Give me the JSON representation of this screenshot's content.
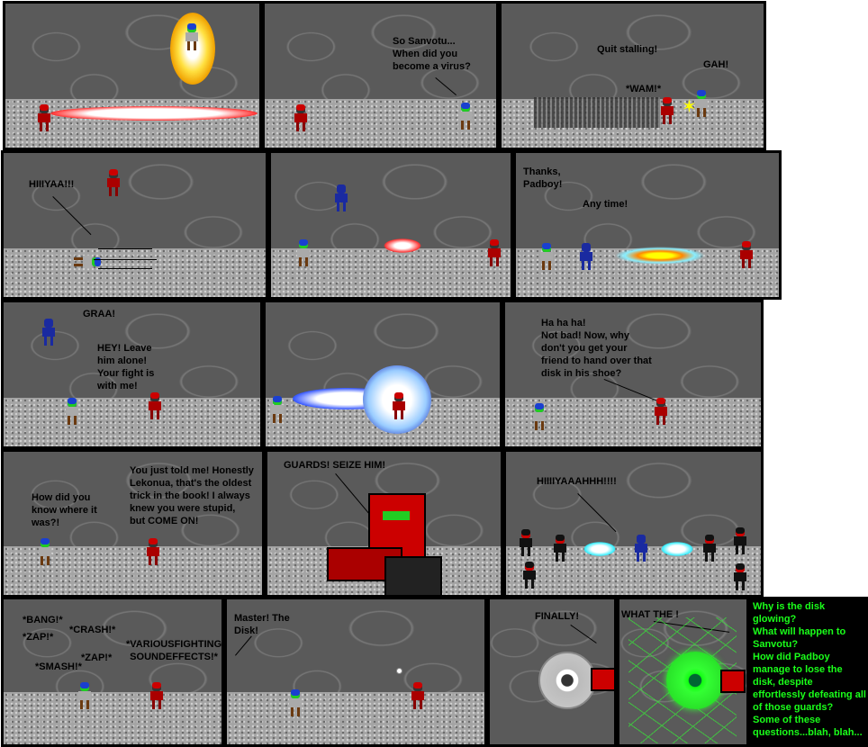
{
  "title": "",
  "panels": {
    "p2": {
      "speech": "So Sanvotu...\nWhen did you\nbecome a virus?"
    },
    "p3": {
      "speech1": "Quit stalling!",
      "sfx": "*WAM!*",
      "speech2": "GAH!"
    },
    "p4": {
      "speech": "HIIIYAA!!!"
    },
    "p6": {
      "speech1": "Thanks,\nPadboy!",
      "speech2": "Any time!"
    },
    "p7": {
      "speech1": "GRAA!",
      "speech2": "HEY! Leave\nhim alone!\nYour fight is\nwith me!"
    },
    "p9": {
      "speech": "Ha ha ha!\nNot bad! Now, why\ndon't you get your\nfriend to hand over that\ndisk in his shoe?"
    },
    "p10": {
      "speech1": "How did you\nknow where it\nwas?!",
      "speech2": "You just told me! Honestly\nLekonua, that's the oldest\ntrick in the book! I always\nknew you were stupid,\nbut COME ON!"
    },
    "p11": {
      "speech": "GUARDS! SEIZE HIM!"
    },
    "p12": {
      "speech": "HIIIIYAAAHHH!!!!"
    },
    "p13": {
      "sfx1": "*BANG!*",
      "sfx2": "*CRASH!*",
      "sfx3": "*ZAP!*",
      "sfx4": "*ZAP!*",
      "sfx5": "*SMASH!*",
      "sfx6": "*VARIOUSFIGHTING\nSOUNDEFFECTS!*"
    },
    "p14": {
      "speech": "Master! The\nDisk!"
    },
    "p15": {
      "speech": "FINALLY!"
    },
    "p16": {
      "speech": "WHAT THE !"
    }
  },
  "caption": {
    "text": "Why is the disk glowing?\nWhat will happen to Sanvotu?\nHow did Padboy manage to lose the disk, despite effortlessly defeating all of those guards?\nSome of these questions...blah, blah...",
    "color": "#1aff1a"
  },
  "colors": {
    "wall": "#5a5a5a",
    "ground": "#a4a4a4",
    "border": "#000000"
  }
}
